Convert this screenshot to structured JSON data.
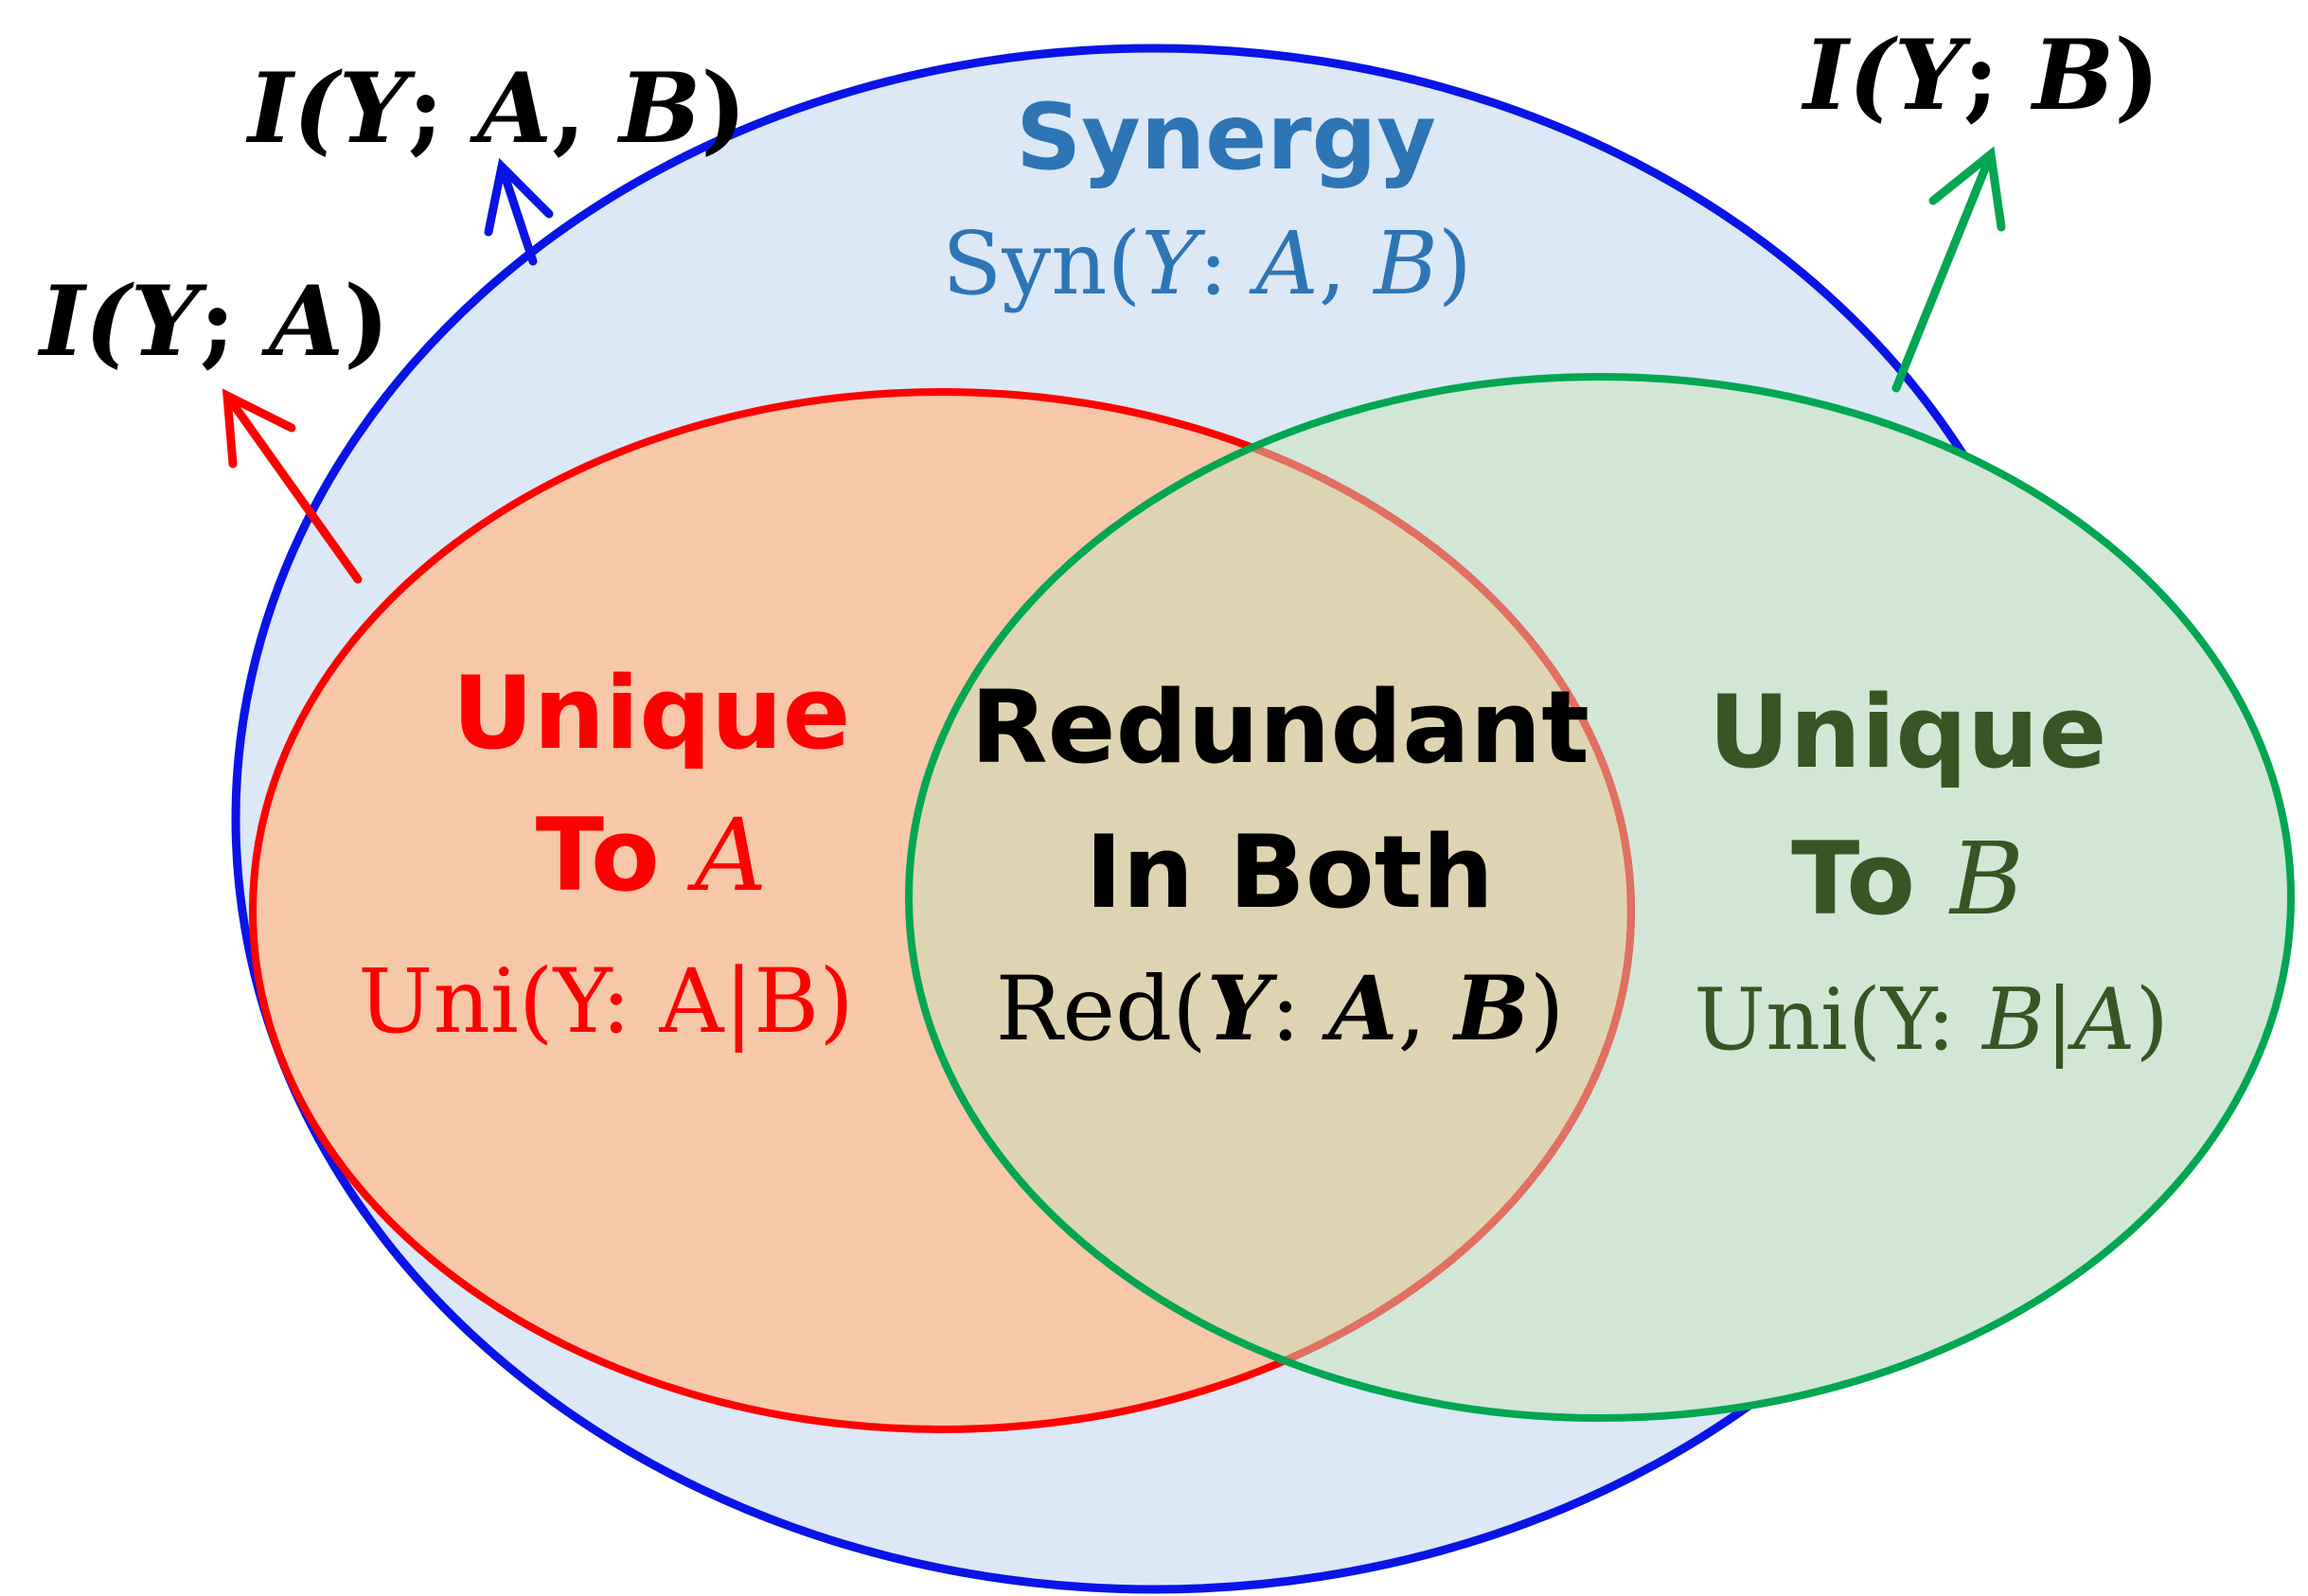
{
  "colors": {
    "outer_stroke": "#0a14e6",
    "outer_fill": "#dce8f5",
    "a_stroke": "#ff0000",
    "a_fill": "#f7c8a8",
    "b_stroke": "#00a651",
    "b_fill": "#d2e6d6",
    "overlap_fill": "#dfd4b2",
    "overlap_edge": "#e07060",
    "synergy_text": "#2e75b6",
    "b_text": "#375623",
    "dark_text": "#000000"
  },
  "labels": {
    "i_yab": {
      "pre": "I(",
      "y": "Y",
      "sep": "; ",
      "a": "A",
      "comma": ", ",
      "b": "B",
      "post": ")"
    },
    "i_ya": {
      "pre": "I(",
      "y": "Y",
      "sep": "; ",
      "a": "A",
      "post": ")"
    },
    "i_yb": {
      "pre": "I(",
      "y": "Y",
      "sep": "; ",
      "b": "B",
      "post": ")"
    },
    "synergy": {
      "title": "Synergy",
      "formula": {
        "pre": "Syn(",
        "y": "Y",
        "sep": ": ",
        "a": "A",
        "comma": ", ",
        "b": "B",
        "post": ")"
      }
    },
    "unique_a": {
      "line1": "Unique",
      "line2_pre": "To ",
      "line2_var": "A",
      "formula": "Uni(Y: A|B)"
    },
    "redundant": {
      "line1": "Redundant",
      "line2": "In Both",
      "formula": {
        "pre": "Red(",
        "y": "Y",
        "sep": ": ",
        "a": "A",
        "comma": ", ",
        "b": "B",
        "post": ")"
      }
    },
    "unique_b": {
      "line1": "Unique",
      "line2_pre": "To ",
      "line2_var": "B",
      "formula": {
        "pre": "Uni(",
        "y": "Y",
        "sep": ": ",
        "b": "B",
        "bar": "|",
        "a": "A",
        "post": ")"
      }
    }
  }
}
